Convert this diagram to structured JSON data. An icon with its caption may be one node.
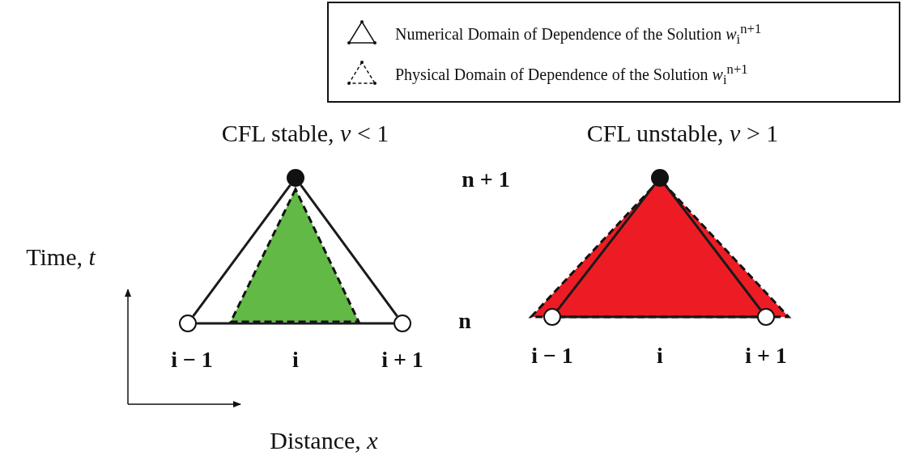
{
  "diagram": {
    "nodes": [
      {
        "text": [],
        "shape": "circle"
      },
      {
        "text": [],
        "shape": "circle"
      },
      {
        "text": [],
        "shape": "circle"
      },
      {
        "text": [],
        "shape": "circle"
      },
      {
        "text": [],
        "shape": "circle"
      },
      {
        "text": [],
        "shape": "circle"
      }
    ],
    "edges": [
      {
        "from": 0,
        "to": 1,
        "arrow": "none"
      },
      {
        "from": 0,
        "to": 2,
        "arrow": "none"
      },
      {
        "from": 1,
        "to": 2,
        "arrow": "none"
      },
      {
        "from": 3,
        "to": 4,
        "arrow": "none"
      },
      {
        "from": 3,
        "to": 5,
        "arrow": "none"
      },
      {
        "from": 4,
        "to": 5,
        "arrow": "none"
      }
    ],
    "labels": [
      "CFL stable, *v* < 1",
      "CFL unstable, *v* > 1",
      "n + 1",
      "Time, *t*",
      "n",
      "i − 1",
      "i",
      "i + 1",
      "i − 1",
      "i",
      "i + 1",
      "Distance, *x*"
    ],
    "legend": [
      {
        "text": "Numerical Domain of Dependence of the Solution *w*$_{i}$$^{n+1}$"
      },
      {
        "text": "Physical Domain of Dependence of the Solution *w*$_{i}$$^{n+1}$"
      }
    ]
  }
}
